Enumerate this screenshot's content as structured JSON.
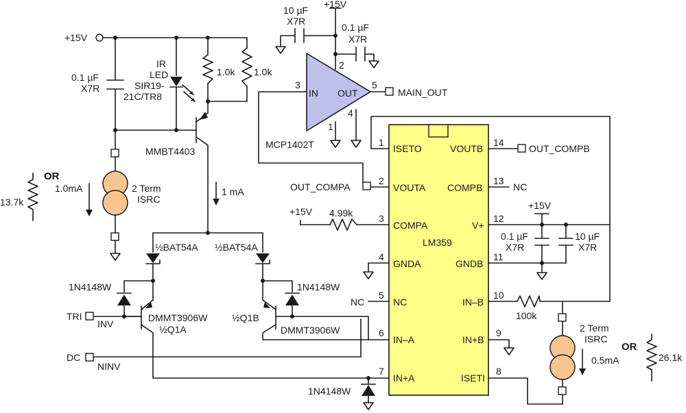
{
  "colors": {
    "wire": "#1a1a1a",
    "ic_fill": "#ffff88",
    "opamp_fill": "#c0c0ee",
    "current_source_fill": "#f7c68f"
  },
  "labels": {
    "vcc_left": "+15V",
    "vcc_top": "+15V",
    "vcc_compa": "+15V",
    "vcc_right": "+15V",
    "cap_top_left_val": "10 µF",
    "cap_top_left_type": "X7R",
    "cap_top_right_val": "0.1 µF",
    "cap_top_right_type": "X7R",
    "cap_left_val": "0.1 µF",
    "cap_left_type": "X7R",
    "led_l1": "IR",
    "led_l2": "LED",
    "led_l3": "SIR19-",
    "led_l4": "21C/TR8",
    "r_1k_a": "1.0k",
    "r_1k_b": "1.0k",
    "transistor_pnp": "MMBT4403",
    "or_left": "OR",
    "r_left": "13.7k",
    "isrc_left_current": "1.0mA",
    "isrc_left_l1": "2 Term",
    "isrc_left_l2": "ISRC",
    "current_1ma": "1 mA",
    "bat_left": "½BAT54A",
    "bat_right": "½BAT54A",
    "diode_left": "1N4148W",
    "diode_right": "1N4148W",
    "diode_bottom": "1N4148W",
    "q1a_part": "DMMT3906W",
    "q1a_ref": "½Q1A",
    "q1b_ref": "½Q1B",
    "q1b_part": "DMMT3906W",
    "net_tri": "TRI",
    "net_inv": "INV",
    "net_dc": "DC",
    "net_ninv": "NINV",
    "opamp_part": "MCP1402T",
    "opamp_in": "IN",
    "opamp_out": "OUT",
    "opamp_pin3": "3",
    "opamp_pin5": "5",
    "opamp_pin2": "2",
    "opamp_pin4": "4",
    "opamp_pin1": "1",
    "main_out": "MAIN_OUT",
    "out_compa": "OUT_COMPA",
    "out_compb": "OUT_COMPB",
    "r_499k": "4.99k",
    "nc_left": "NC",
    "nc_right": "NC",
    "ic_part": "LM359",
    "cap_r1_val": "0.1 µF",
    "cap_r1_type": "X7R",
    "cap_r2_val": "10 µF",
    "cap_r2_type": "X7R",
    "r_100k": "100k",
    "isrc_right_l1": "2 Term",
    "isrc_right_l2": "ISRC",
    "isrc_right_current": "0.5mA",
    "or_right": "OR",
    "r_right": "26.1k"
  },
  "ic_pins_left": [
    {
      "num": "1",
      "name": "ISETO"
    },
    {
      "num": "2",
      "name": "VOUTA"
    },
    {
      "num": "3",
      "name": "COMPA"
    },
    {
      "num": "4",
      "name": "GNDA"
    },
    {
      "num": "5",
      "name": "NC"
    },
    {
      "num": "6",
      "name": "IN–A"
    },
    {
      "num": "7",
      "name": "IN+A"
    }
  ],
  "ic_pins_right": [
    {
      "num": "14",
      "name": "VOUTB"
    },
    {
      "num": "13",
      "name": "COMPB"
    },
    {
      "num": "12",
      "name": "V+"
    },
    {
      "num": "11",
      "name": "GNDB"
    },
    {
      "num": "10",
      "name": "IN–B"
    },
    {
      "num": "9",
      "name": "IN+B"
    },
    {
      "num": "8",
      "name": "ISETI"
    }
  ]
}
